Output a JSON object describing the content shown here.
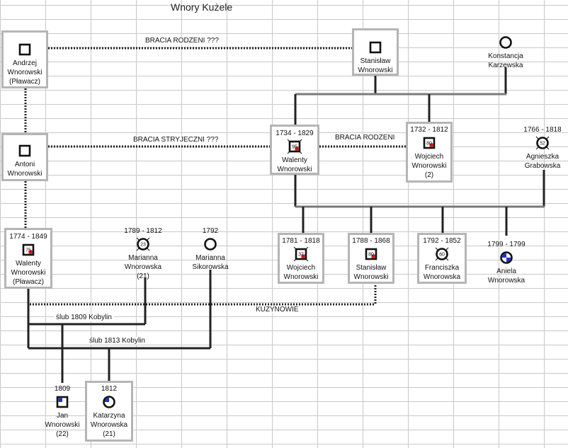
{
  "title": "Wnory Kużele",
  "labels": {
    "bracia_rodzeni_q": "BRACIA RODZENI ???",
    "bracia_stryjeczni_q": "BRACIA STRYJECZNI ???",
    "bracia_rodzeni": "BRACIA RODZENI",
    "kuzynowie": "KUZYNOWIE",
    "slub_1809": "ślub 1809 Kobylin",
    "slub_1813": "ślub 1813 Kobylin"
  },
  "people": {
    "andrzej": {
      "dates": "",
      "name": [
        "Andrzej",
        "Wnorowski",
        "(Pławacz)"
      ],
      "sex": "male",
      "age": ""
    },
    "antoni": {
      "dates": "",
      "name": [
        "Antoni",
        "Wnorowski"
      ],
      "sex": "male",
      "age": ""
    },
    "walenty1774": {
      "dates": "1774 - 1849",
      "name": [
        "Walenty",
        "Wnorowski",
        "(Pławacz)"
      ],
      "sex": "male",
      "age": "75"
    },
    "marianna_w": {
      "dates": "1789 - 1812",
      "name": [
        "Marianna",
        "Wnorowska",
        "(21)"
      ],
      "sex": "female",
      "age": "23"
    },
    "marianna_s": {
      "dates": "1792",
      "name": [
        "Marianna",
        "Sikorowska"
      ],
      "sex": "female",
      "age": ""
    },
    "jan": {
      "dates": "1809",
      "name": [
        "Jan",
        "Wnorowski",
        "(22)"
      ],
      "sex": "male",
      "age": ""
    },
    "katarzyna": {
      "dates": "1812",
      "name": [
        "Katarzyna",
        "Wnorowska",
        "(21)"
      ],
      "sex": "female",
      "age": ""
    },
    "stanislaw_top": {
      "dates": "",
      "name": [
        "Stanisław",
        "Wnorowski"
      ],
      "sex": "male",
      "age": ""
    },
    "konstancja": {
      "dates": "",
      "name": [
        "Konstancja",
        "Karzewska"
      ],
      "sex": "female",
      "age": ""
    },
    "walenty1734": {
      "dates": "1734 - 1829",
      "name": [
        "Walenty",
        "Wnorowski"
      ],
      "sex": "male",
      "age": "95"
    },
    "wojciech1732": {
      "dates": "1732 - 1812",
      "name": [
        "Wojciech",
        "Wnorowski",
        "(2)"
      ],
      "sex": "male",
      "age": "80"
    },
    "agnieszka": {
      "dates": "1766 - 1818",
      "name": [
        "Agnieszka",
        "Grabowska"
      ],
      "sex": "female",
      "age": "52"
    },
    "wojciech1781": {
      "dates": "1781 - 1818",
      "name": [
        "Wojciech",
        "Wnorowski"
      ],
      "sex": "male",
      "age": "37"
    },
    "stanislaw1788": {
      "dates": "1788 - 1868",
      "name": [
        "Stanisław",
        "Wnorowski"
      ],
      "sex": "male",
      "age": "80"
    },
    "franciszka": {
      "dates": "1792 - 1852",
      "name": [
        "Franciszka",
        "Wnorowska"
      ],
      "sex": "female",
      "age": "60"
    },
    "aniela": {
      "dates": "1799 - 1799",
      "name": [
        "Aniela",
        "Wnorowska"
      ],
      "sex": "female",
      "age": ""
    }
  }
}
